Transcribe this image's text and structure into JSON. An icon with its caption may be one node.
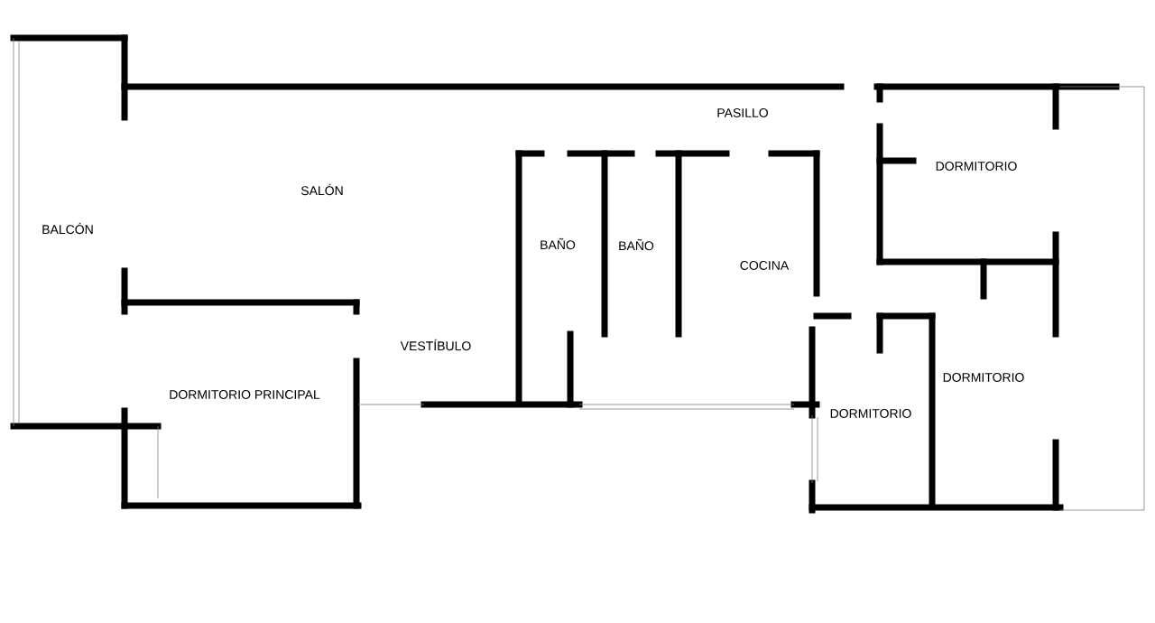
{
  "diagram": {
    "labels": [
      "PASILLO",
      "SALÓN",
      "DORMITORIO",
      "BALCÓN",
      "BAÑO",
      "BAÑO",
      "COCINA",
      "VESTÍBULO",
      "DORMITORIO",
      "DORMITORIO PRINCIPAL",
      "DORMITORIO"
    ]
  }
}
